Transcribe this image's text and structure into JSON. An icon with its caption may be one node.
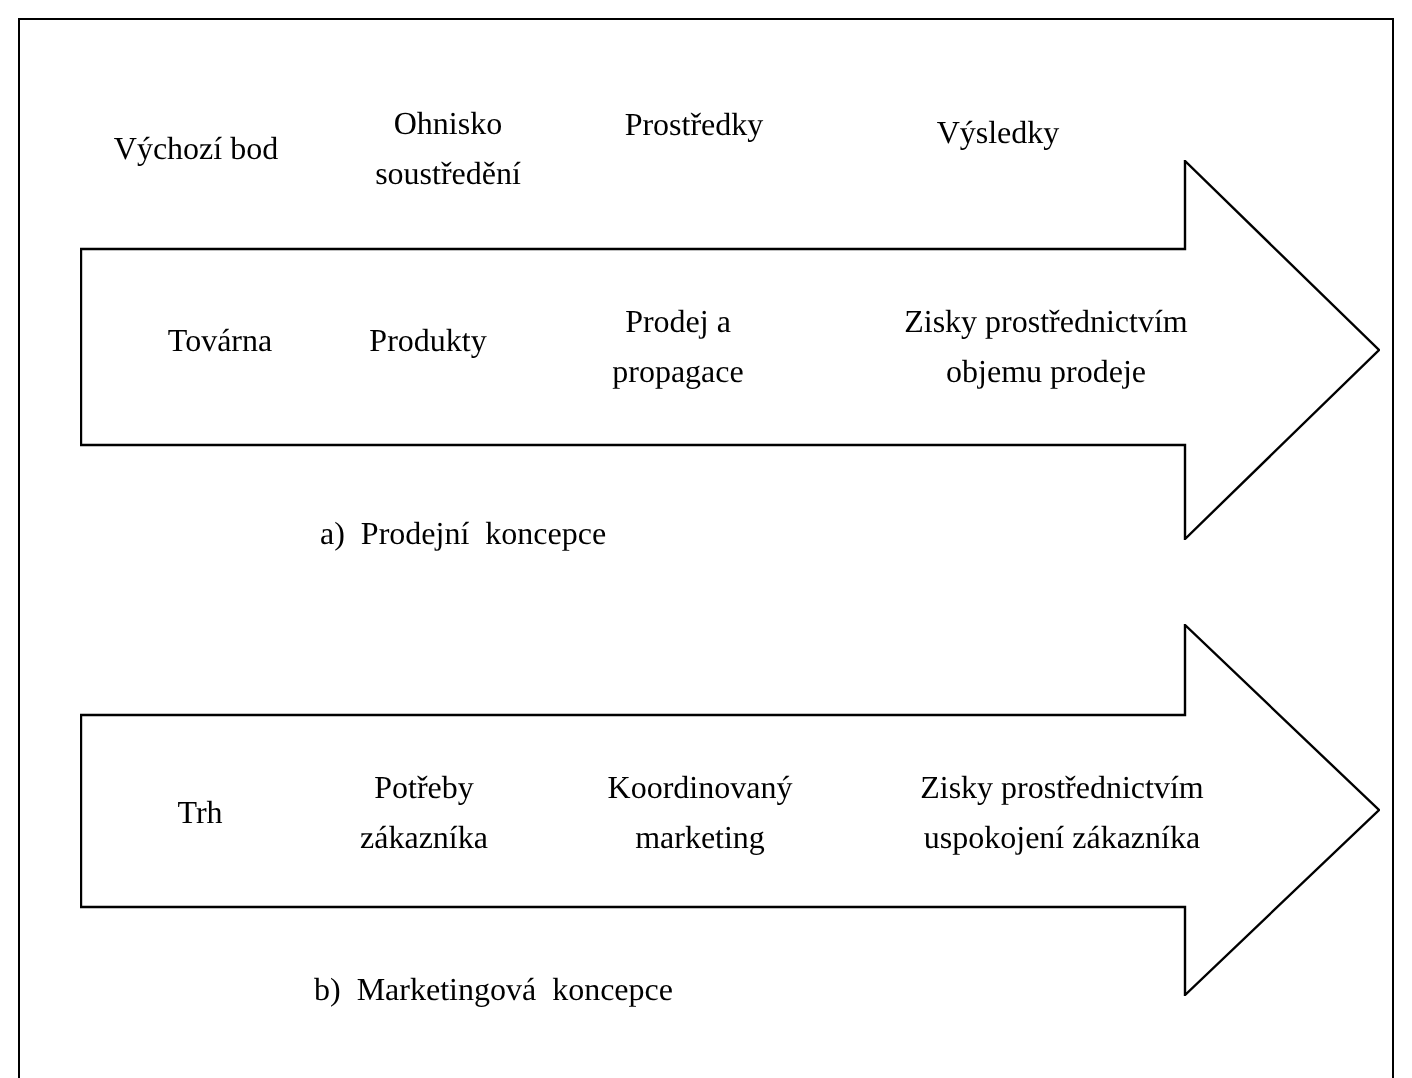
{
  "diagram": {
    "nodes": [
      {
        "text": [
          "Továrna",
          "Produkty",
          "Prodej a propagace",
          "Zisky prostřednictvím objemu prodeje"
        ],
        "beside": [
          "a) Prodejní koncepce"
        ]
      },
      {
        "text": [
          "Trh",
          "Potřeby zákazníka",
          "Koordinovaný marketing",
          "Zisky prostřednictvím uspokojení zákazníka"
        ],
        "beside": [
          "b) Marketingová koncepce"
        ]
      }
    ],
    "edges": [],
    "labels": [
      "Výchozí bod",
      "Ohnisko soustředění",
      "Prostředky",
      "Výsledky"
    ]
  }
}
